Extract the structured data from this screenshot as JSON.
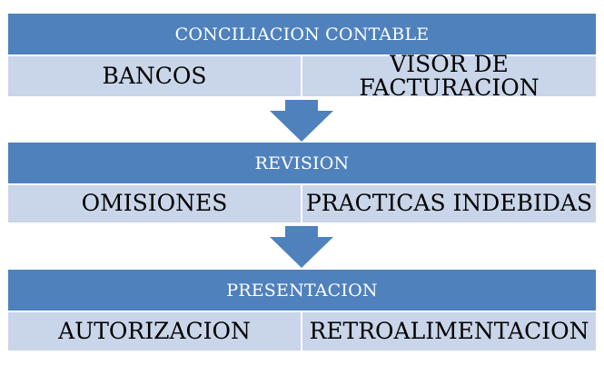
{
  "stages": [
    {
      "title": "CONCILIACION CONTABLE",
      "items": [
        "BANCOS",
        "VISOR DE FACTURACION"
      ]
    },
    {
      "title": "REVISION",
      "items": [
        "OMISIONES",
        "PRACTICAS INDEBIDAS"
      ]
    },
    {
      "title": "PRESENTACION",
      "items": [
        "AUTORIZACION",
        "RETROALIMENTACION"
      ]
    }
  ],
  "colors": {
    "header": "#4f81bd",
    "row": "#c9d5e8",
    "arrow": "#4f81bd"
  },
  "icons": [
    "down-arrow-icon"
  ]
}
